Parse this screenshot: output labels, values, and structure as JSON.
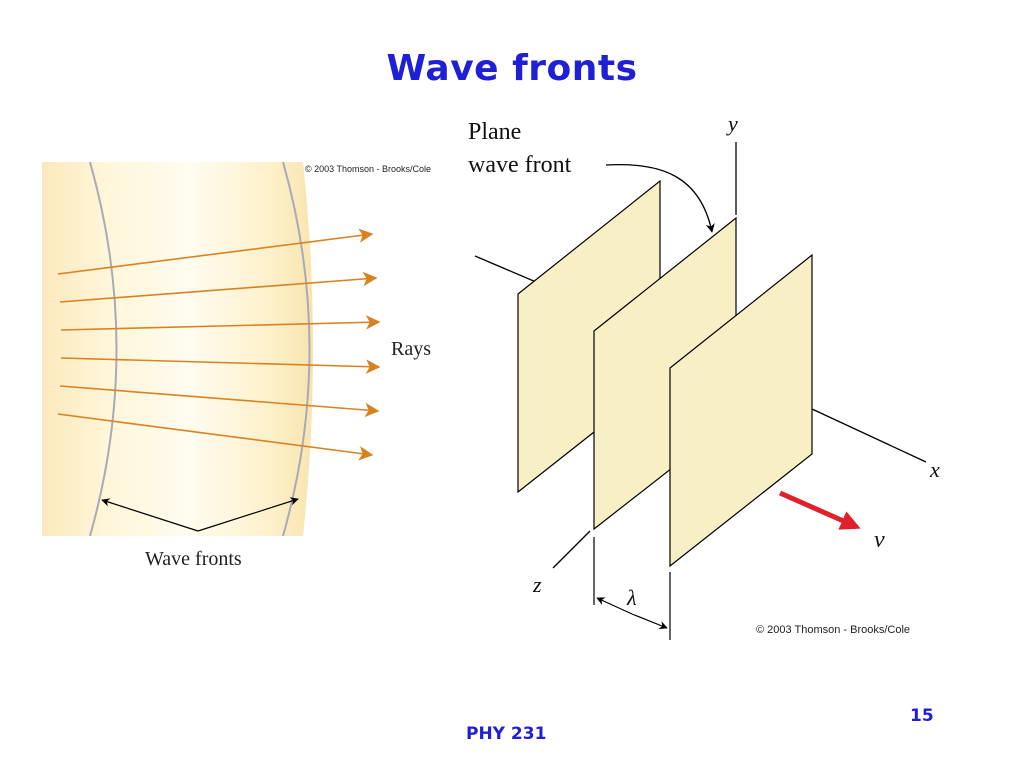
{
  "slide": {
    "title": "Wave fronts",
    "course": "PHY 231",
    "page_number": "15"
  },
  "left_figure": {
    "copyright": "© 2003 Thomson - Brooks/Cole",
    "rays_label": "Rays",
    "wave_fronts_label": "Wave fronts"
  },
  "right_figure": {
    "callout_line1": "Plane",
    "callout_line2": "wave front",
    "axis_x": "x",
    "axis_y": "y",
    "axis_z": "z",
    "wavelength_symbol": "λ",
    "velocity_symbol": "v",
    "copyright": "© 2003 Thomson - Brooks/Cole"
  },
  "colors": {
    "title_blue": "#1f1fd6",
    "ray_orange": "#d9821f",
    "panel_fill": "#f9efc4",
    "velocity_arrow": "#e0202a"
  }
}
